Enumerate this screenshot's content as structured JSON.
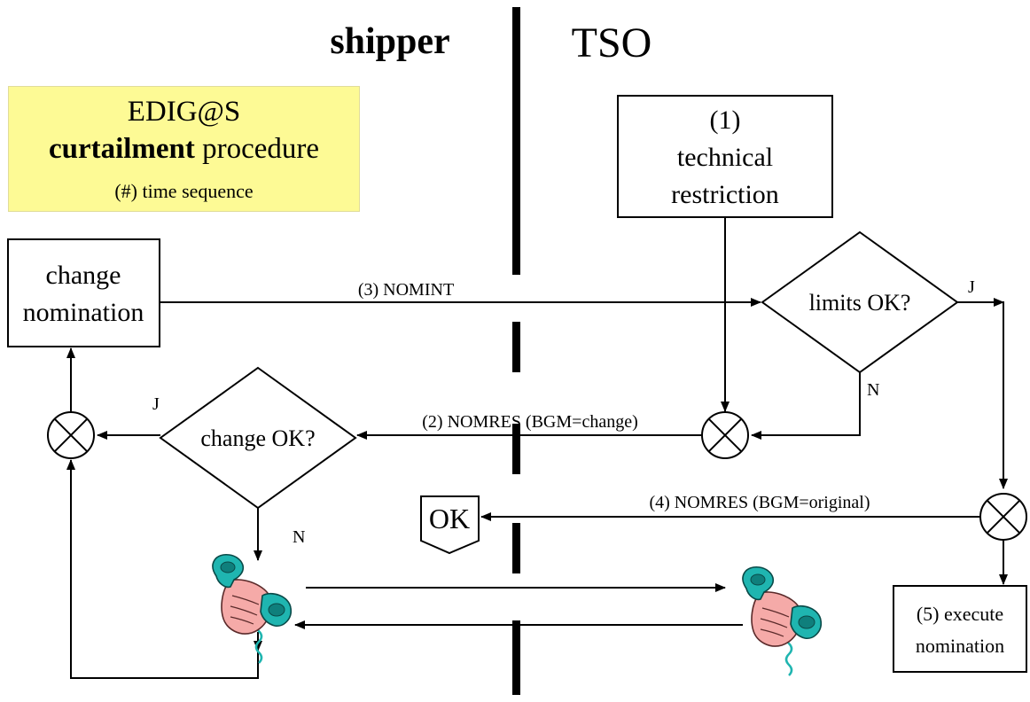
{
  "header": {
    "left_party": "shipper",
    "right_party": "TSO"
  },
  "legend": {
    "line1": "EDIG@S",
    "line2_bold": "curtailment",
    "line2_rest": " procedure",
    "line3": "(#) time sequence",
    "background": "#fdfa95"
  },
  "nodes": {
    "technical_restriction": {
      "line1": "(1)",
      "line2": "technical",
      "line3": "restriction"
    },
    "change_nomination": {
      "line1": "change",
      "line2": "nomination"
    },
    "limits_ok": {
      "label": "limits OK?",
      "yes": "J",
      "no": "N"
    },
    "change_ok": {
      "label": "change OK?",
      "yes": "J",
      "no": "N"
    },
    "ok_terminal": {
      "label": "OK"
    },
    "execute_nomination": {
      "line1": "(5) execute",
      "line2": "nomination"
    }
  },
  "messages": {
    "nomint": "(3) NOMINT",
    "nomres_change": "(2) NOMRES (BGM=change)",
    "nomres_original": "(4) NOMRES (BGM=original)"
  },
  "icons": {
    "shipper_phone": "telephone-handset-icon",
    "tso_phone": "telephone-handset-icon",
    "junction": "x-circle-junction-icon",
    "handset_color": "#1fb5b0",
    "hand_color": "#f5aaa8"
  }
}
